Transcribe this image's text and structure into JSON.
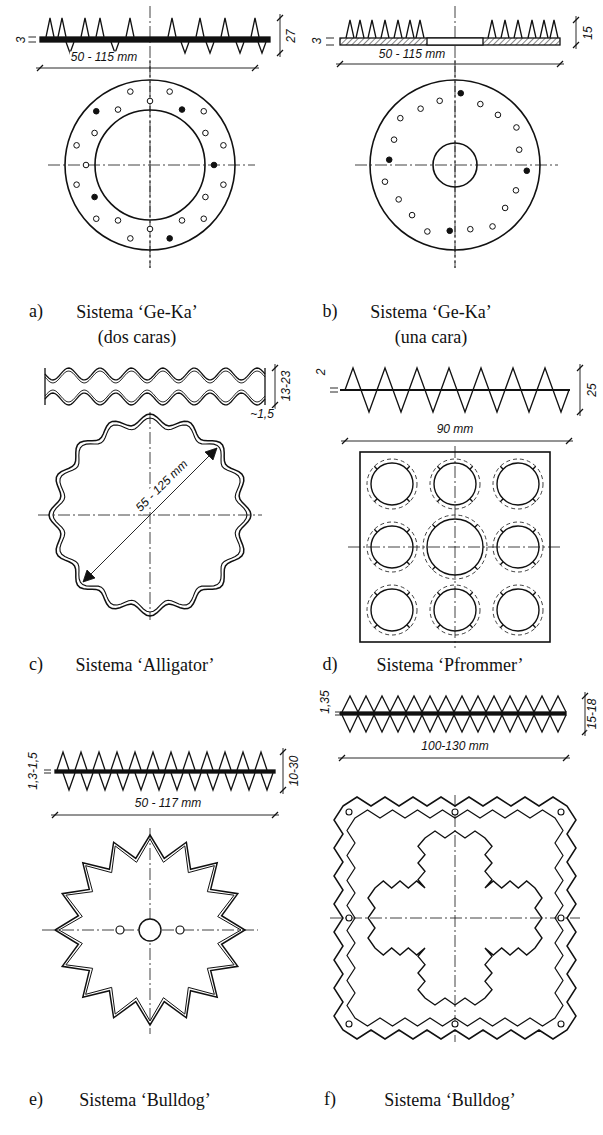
{
  "diagram": {
    "labels": [
      "3",
      "27",
      "50 - 115 mm",
      "a)",
      "Sistema ‘Ge-Ka’ (dos caras)",
      "3",
      "15",
      "50 - 115 mm",
      "b)",
      "Sistema ‘Ge-Ka’ (una cara)",
      "13-23",
      "~1,5",
      "55 - 125 mm",
      "c)",
      "Sistema ‘Alligator’",
      "2",
      "25",
      "90 mm",
      "d)",
      "Sistema ‘Pfrommer’",
      "1,3-1,5",
      "10-30",
      "50 - 117 mm",
      "e)",
      "Sistema ‘Bulldog’",
      "1,35",
      "15-18",
      "100-130 mm",
      "f)",
      "Sistema ‘Bulldog’"
    ]
  }
}
